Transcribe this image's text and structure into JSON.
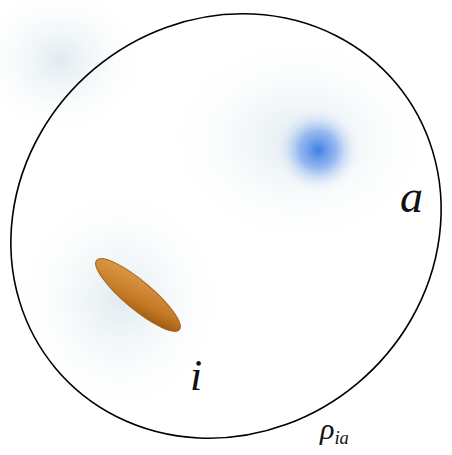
{
  "diagram": {
    "nodes": [
      {
        "text": [
          "ρia"
        ]
      },
      {
        "text": [
          "a"
        ],
        "in": 0
      },
      {
        "text": [
          "i"
        ],
        "in": 0
      }
    ]
  }
}
